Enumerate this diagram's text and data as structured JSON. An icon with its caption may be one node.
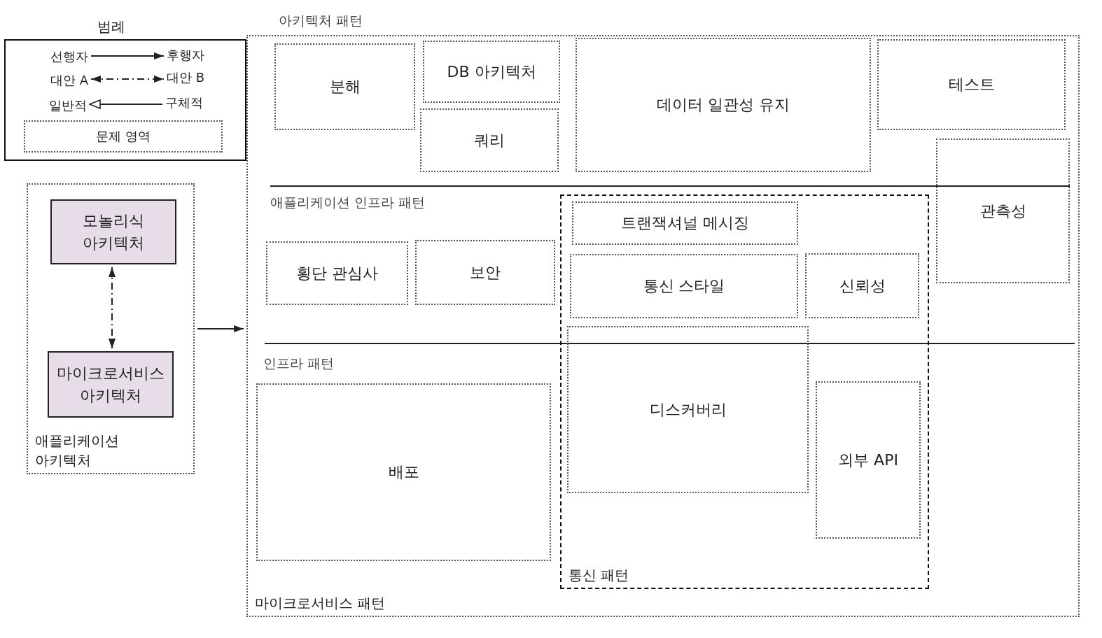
{
  "diagram": {
    "nodes": [
      {
        "text": [
          "범례"
        ]
      },
      {
        "text": [
          "선행자"
        ],
        "in": 0
      },
      {
        "text": [
          "후행자"
        ],
        "in": 0
      },
      {
        "text": [
          "대안 A"
        ],
        "in": 0
      },
      {
        "text": [
          "대안 B"
        ],
        "in": 0
      },
      {
        "text": [
          "일반적"
        ],
        "in": 0
      },
      {
        "text": [
          "구체적"
        ],
        "in": 0
      },
      {
        "text": [
          "문제 영역"
        ],
        "in": 0
      },
      {
        "text": [
          "애플리케이션 아키텍처"
        ]
      },
      {
        "text": [
          "모놀리식 아키텍처"
        ],
        "in": 8
      },
      {
        "text": [
          "마이크로서비스 아키텍처"
        ],
        "in": 8
      },
      {
        "text": [
          "마이크로서비스 패턴"
        ]
      },
      {
        "text": [
          "분해"
        ],
        "in": 11
      },
      {
        "text": [
          "DB 아키텍처"
        ],
        "in": 11
      },
      {
        "text": [
          "데이터 일관성 유지"
        ],
        "in": 11
      },
      {
        "text": [
          "테스트"
        ],
        "in": 11
      },
      {
        "text": [
          "쿼리"
        ],
        "in": 11
      },
      {
        "text": [
          "관측성"
        ],
        "in": 11
      },
      {
        "text": [
          "횡단 관심사"
        ],
        "in": 11
      },
      {
        "text": [
          "보안"
        ],
        "in": 11
      },
      {
        "text": [
          "통신 패턴"
        ],
        "in": 11
      },
      {
        "text": [
          "트랜잭셔널 메시징"
        ],
        "in": 20
      },
      {
        "text": [
          "통신 스타일"
        ],
        "in": 20
      },
      {
        "text": [
          "신뢰성"
        ],
        "in": 20
      },
      {
        "text": [
          "디스커버리"
        ],
        "in": 20
      },
      {
        "text": [
          "외부 API"
        ],
        "in": 20
      },
      {
        "text": [
          "배포"
        ],
        "in": 11
      }
    ],
    "edges": [
      {
        "from": 1,
        "to": 2,
        "arrow": "to"
      },
      {
        "from": 3,
        "to": 4,
        "arrow": "both",
        "style": "dashed"
      },
      {
        "from": 6,
        "to": 5,
        "arrow": "to"
      },
      {
        "from": 9,
        "to": 10,
        "arrow": "both",
        "style": "dashed"
      },
      {
        "from": 8,
        "to": 11,
        "arrow": "to"
      }
    ],
    "labels": [
      "아키텍처 패턴",
      "애플리케이션 인프라 패턴",
      "인프라 패턴"
    ]
  }
}
